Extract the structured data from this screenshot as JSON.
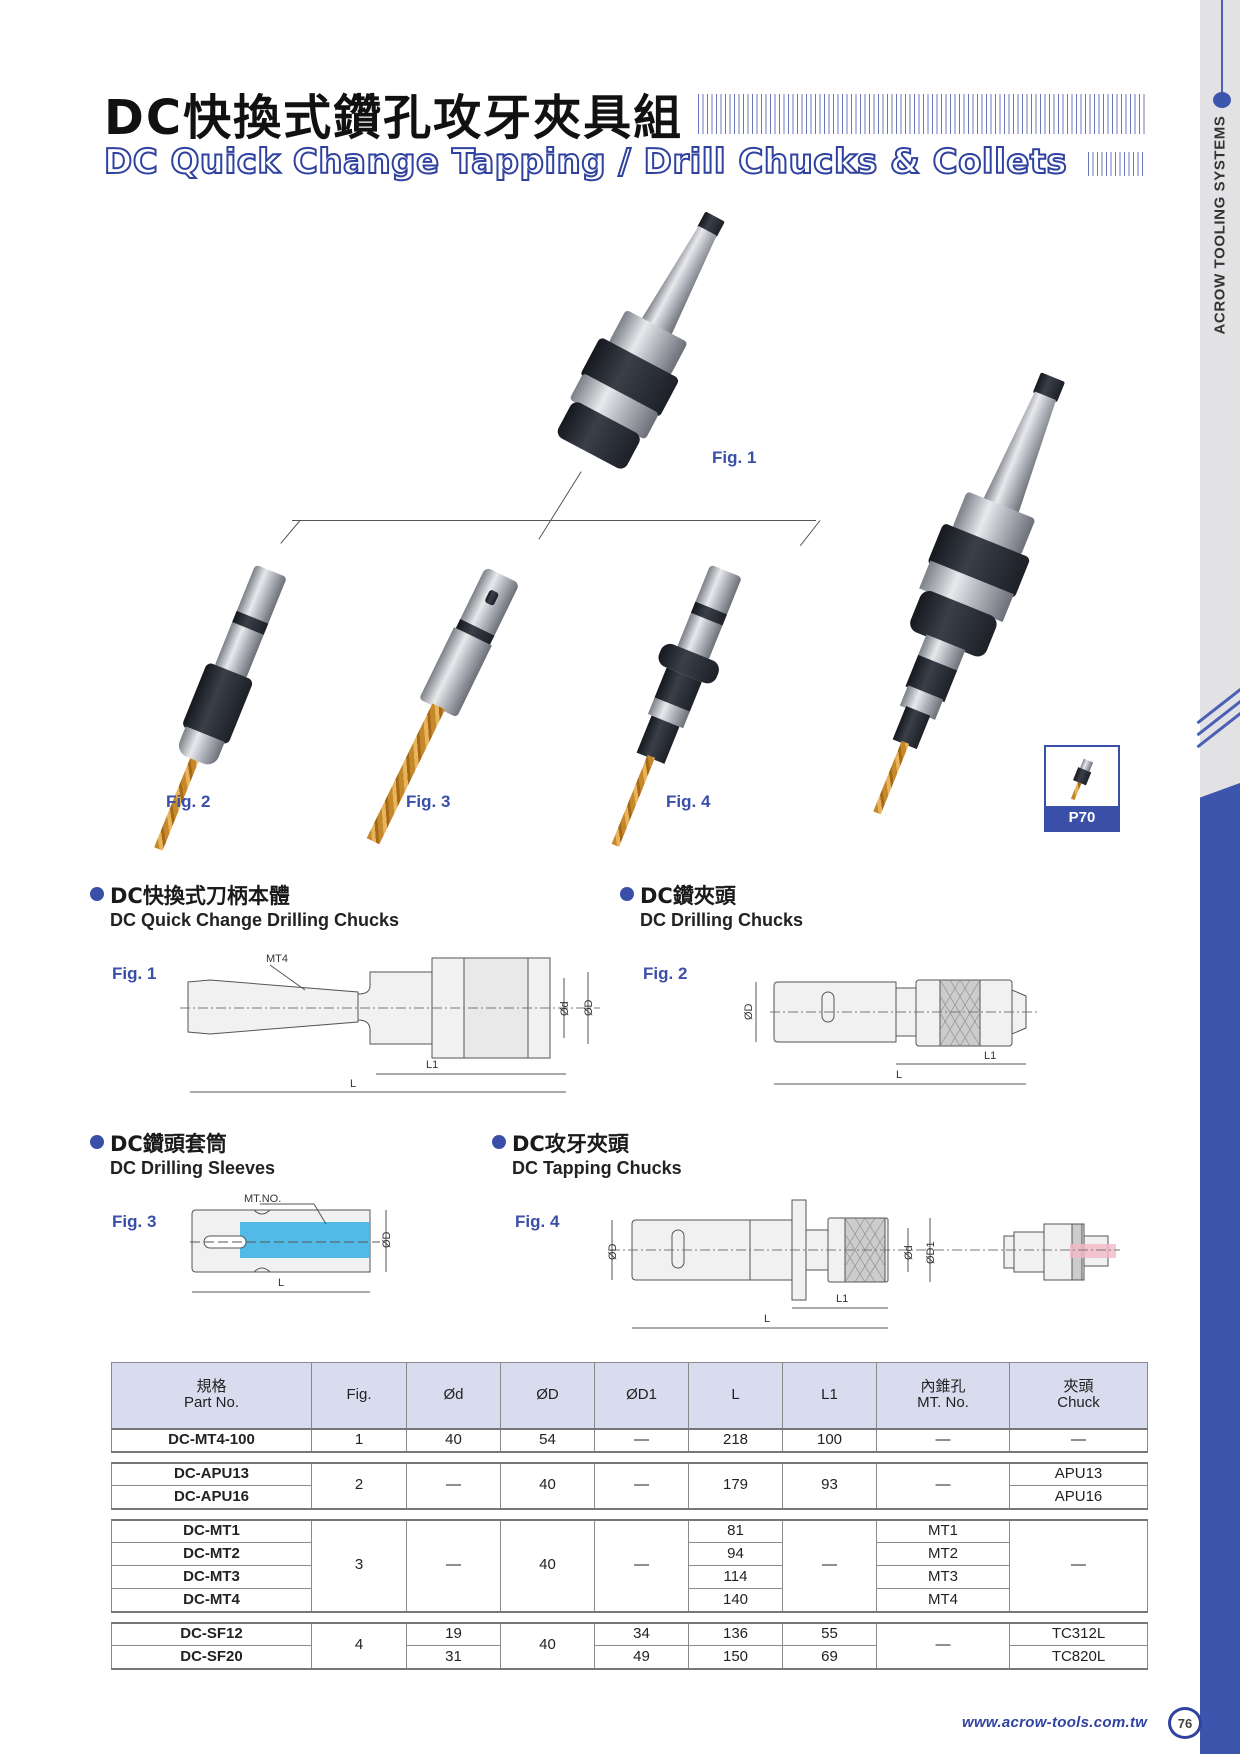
{
  "header": {
    "title_zh": "DC快換式鑽孔攻牙夾具組",
    "title_en": "DC Quick Change Tapping / Drill Chucks & Collets"
  },
  "side_band": {
    "brand": "ACROW TOOLING SYSTEMS",
    "accent_color": "#3c55ad"
  },
  "photos": {
    "fig1_label": "Fig. 1",
    "fig2_label": "Fig. 2",
    "fig3_label": "Fig. 3",
    "fig4_label": "Fig. 4",
    "reference_badge": "P70"
  },
  "sections": [
    {
      "zh": "DC快換式刀柄本體",
      "en": "DC Quick Change Drilling Chucks",
      "fig": "Fig. 1",
      "labels": {
        "mt": "MT4",
        "od": "Ød",
        "oD": "ØD",
        "l1": "L1",
        "l": "L"
      }
    },
    {
      "zh": "DC鑽夾頭",
      "en": "DC Drilling Chucks",
      "fig": "Fig. 2",
      "labels": {
        "oD": "ØD",
        "l1": "L1",
        "l": "L"
      }
    },
    {
      "zh": "DC鑽頭套筒",
      "en": "DC Drilling Sleeves",
      "fig": "Fig. 3",
      "labels": {
        "mt": "MT.NO.",
        "oD": "ØD",
        "l": "L"
      }
    },
    {
      "zh": "DC攻牙夾頭",
      "en": "DC Tapping Chucks",
      "fig": "Fig. 4",
      "labels": {
        "oD": "ØD",
        "od": "Ød",
        "oD1": "ØD1",
        "l1": "L1",
        "l": "L"
      }
    }
  ],
  "table": {
    "headers": {
      "part_zh": "規格",
      "part_en": "Part No.",
      "fig": "Fig.",
      "od": "Ød",
      "oD": "ØD",
      "oD1": "ØD1",
      "l": "L",
      "l1": "L1",
      "mt_zh": "內錐孔",
      "mt_en": "MT. No.",
      "chuck_zh": "夾頭",
      "chuck_en": "Chuck"
    },
    "groups": [
      {
        "rows": [
          {
            "part": "DC-MT4-100",
            "fig": "1",
            "od": "40",
            "oD": "54",
            "oD1": "—",
            "l": "218",
            "l1": "100",
            "mt": "—",
            "chuck": "—"
          }
        ]
      },
      {
        "fig": "2",
        "od": "—",
        "oD": "40",
        "oD1": "—",
        "l": "179",
        "l1": "93",
        "mt": "—",
        "rows": [
          {
            "part": "DC-APU13",
            "chuck": "APU13"
          },
          {
            "part": "DC-APU16",
            "chuck": "APU16"
          }
        ]
      },
      {
        "fig": "3",
        "od": "—",
        "oD": "40",
        "oD1": "—",
        "l1": "—",
        "chuck": "—",
        "rows": [
          {
            "part": "DC-MT1",
            "l": "81",
            "mt": "MT1"
          },
          {
            "part": "DC-MT2",
            "l": "94",
            "mt": "MT2"
          },
          {
            "part": "DC-MT3",
            "l": "114",
            "mt": "MT3"
          },
          {
            "part": "DC-MT4",
            "l": "140",
            "mt": "MT4"
          }
        ]
      },
      {
        "fig": "4",
        "oD": "40",
        "mt": "—",
        "rows": [
          {
            "part": "DC-SF12",
            "od": "19",
            "oD1": "34",
            "l": "136",
            "l1": "55",
            "chuck": "TC312L"
          },
          {
            "part": "DC-SF20",
            "od": "31",
            "oD1": "49",
            "l": "150",
            "l1": "69",
            "chuck": "TC820L"
          }
        ]
      }
    ]
  },
  "footer": {
    "url": "www.acrow-tools.com.tw",
    "page_number": "76"
  }
}
